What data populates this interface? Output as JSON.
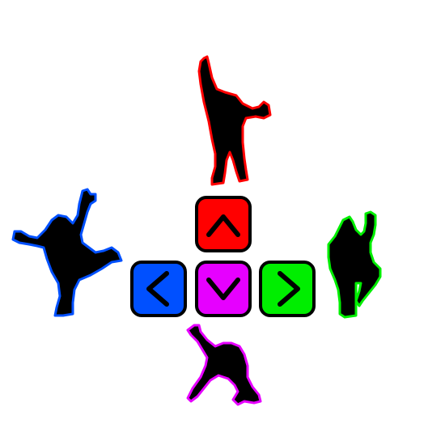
{
  "colors": {
    "up": "#ff0000",
    "down": "#e600ff",
    "left": "#0050ff",
    "right": "#00ee00",
    "silhouette": "#000000",
    "background": "#ffffff"
  },
  "buttons": [
    {
      "direction": "up",
      "icon": "chevron-up-icon"
    },
    {
      "direction": "left",
      "icon": "chevron-left-icon"
    },
    {
      "direction": "down",
      "icon": "chevron-down-icon"
    },
    {
      "direction": "right",
      "icon": "chevron-right-icon"
    }
  ],
  "dancers": [
    {
      "direction": "up",
      "pose": "arm-raised-pointing"
    },
    {
      "direction": "left",
      "pose": "leg-kick-arms-up"
    },
    {
      "direction": "right",
      "pose": "knee-raised-arm-up"
    },
    {
      "direction": "down",
      "pose": "crouching-lean"
    }
  ]
}
